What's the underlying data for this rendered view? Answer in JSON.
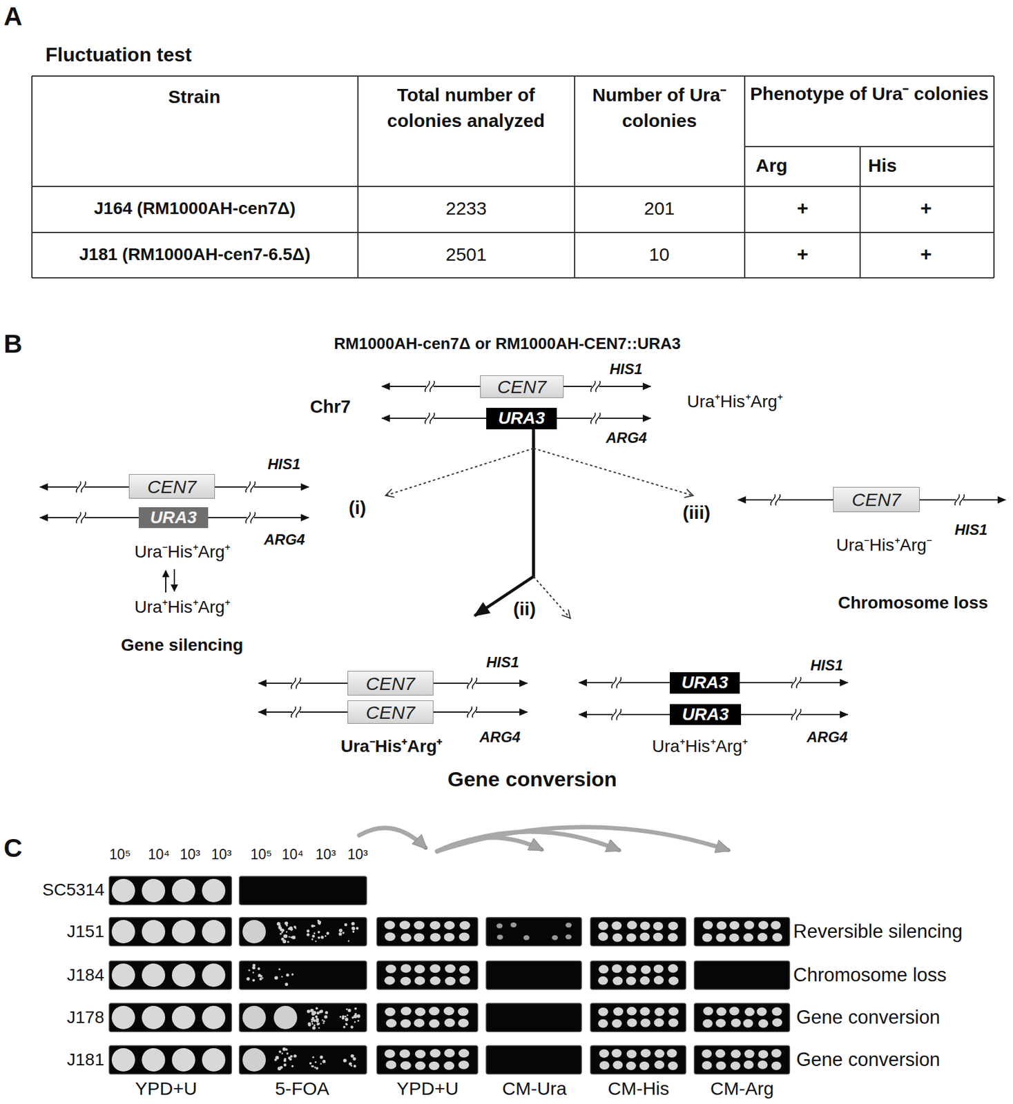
{
  "diagram": {
    "nodes": [
      {
        "text": [
          "CEN7"
        ]
      },
      {
        "text": [
          "URA3"
        ]
      },
      {
        "text": [
          "CEN7"
        ]
      },
      {
        "text": [
          "URA3"
        ]
      },
      {
        "text": [
          "CEN7"
        ]
      },
      {
        "text": [
          "CEN7"
        ]
      },
      {
        "text": [
          "CEN7"
        ]
      },
      {
        "text": [
          "URA3"
        ]
      },
      {
        "text": [
          "URA3"
        ]
      }
    ],
    "labels": [
      "A",
      "Fluctuation test",
      "Strain",
      "Total number of colonies analyzed",
      "Number of Ura⁻ colonies",
      "Phenotype of Ura⁻ colonies",
      "Arg",
      "His",
      "J164 (RM1000AH-cen7Δ)",
      "2233",
      "201",
      "+",
      "+",
      "J181 (RM1000AH-cen7-6.5Δ)",
      "2501",
      "10",
      "+",
      "+",
      "B",
      "RM1000AH-cen7Δ or RM1000AH-CEN7::URA3",
      "Chr7",
      "HIS1",
      "ARG4",
      "Ura⁺His⁺Arg⁺",
      "(i)",
      "HIS1",
      "ARG4",
      "Ura⁻His⁺Arg⁺",
      "Ura⁺His⁺Arg⁺",
      "Gene silencing",
      "(iii)",
      "HIS1",
      "Ura⁻His⁺Arg⁻",
      "Chromosome loss",
      "(ii)",
      "HIS1",
      "ARG4",
      "Ura⁻His⁺Arg⁺",
      "HIS1",
      "ARG4",
      "Ura⁺His⁺Arg⁺",
      "Gene conversion",
      "C",
      "10⁵",
      "10⁴",
      "10³",
      "10³",
      "10⁵",
      "10⁴",
      "10³",
      "10³",
      "SC5314",
      "J151",
      "J184",
      "J178",
      "J181",
      "Reversible silencing",
      "Chromosome loss",
      "Gene conversion",
      "Gene conversion",
      "YPD+U",
      "5-FOA",
      "YPD+U",
      "CM-Ura",
      "CM-His",
      "CM-Arg"
    ]
  }
}
